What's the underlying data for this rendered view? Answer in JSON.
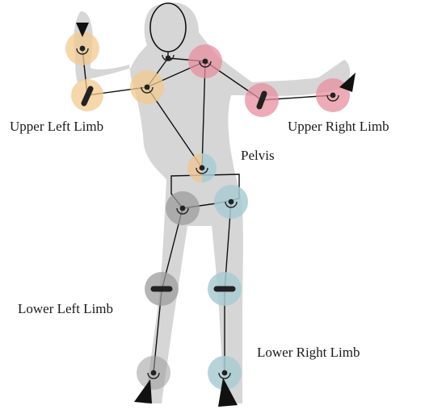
{
  "labels": {
    "upper_left_limb": "Upper Left Limb",
    "upper_right_limb": "Upper Right Limb",
    "pelvis": "Pelvis",
    "lower_left_limb": "Lower Left Limb",
    "lower_right_limb": "Lower Right Limb"
  },
  "colors": {
    "silhouette": "#d6d6d6",
    "upper_left": "#f2c98f",
    "upper_right": "#e58f9e",
    "pelvis_left": "#ecc79a",
    "pelvis_right": "#a9cbd4",
    "lower_left": "#9c9c9c",
    "lower_right": "#a9cbd4",
    "bone": "#111111",
    "joint": "#222222"
  }
}
